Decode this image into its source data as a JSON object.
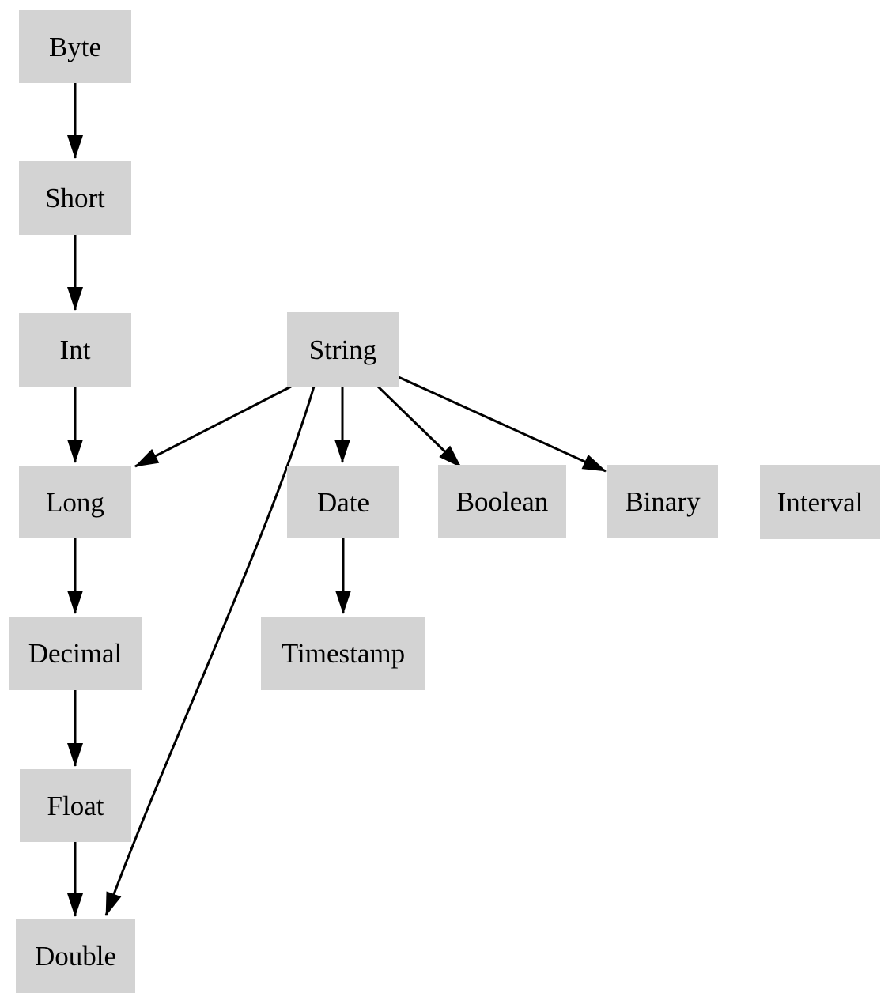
{
  "diagram": {
    "type": "directed-graph",
    "description": "Type promotion hierarchy diagram",
    "colors": {
      "background": "#ffffff",
      "node_fill": "#d3d3d3",
      "node_text": "#000000",
      "edge": "#000000"
    },
    "nodes": [
      {
        "id": "byte",
        "label": "Byte"
      },
      {
        "id": "short",
        "label": "Short"
      },
      {
        "id": "int",
        "label": "Int"
      },
      {
        "id": "string",
        "label": "String"
      },
      {
        "id": "long",
        "label": "Long"
      },
      {
        "id": "date",
        "label": "Date"
      },
      {
        "id": "boolean",
        "label": "Boolean"
      },
      {
        "id": "binary",
        "label": "Binary"
      },
      {
        "id": "interval",
        "label": "Interval"
      },
      {
        "id": "decimal",
        "label": "Decimal"
      },
      {
        "id": "timestamp",
        "label": "Timestamp"
      },
      {
        "id": "float",
        "label": "Float"
      },
      {
        "id": "double",
        "label": "Double"
      }
    ],
    "edges": [
      {
        "from": "Byte",
        "to": "Short"
      },
      {
        "from": "Short",
        "to": "Int"
      },
      {
        "from": "Int",
        "to": "Long"
      },
      {
        "from": "String",
        "to": "Long"
      },
      {
        "from": "String",
        "to": "Date"
      },
      {
        "from": "String",
        "to": "Boolean"
      },
      {
        "from": "String",
        "to": "Binary"
      },
      {
        "from": "String",
        "to": "Double"
      },
      {
        "from": "Long",
        "to": "Decimal"
      },
      {
        "from": "Date",
        "to": "Timestamp"
      },
      {
        "from": "Decimal",
        "to": "Float"
      },
      {
        "from": "Float",
        "to": "Double"
      }
    ]
  }
}
